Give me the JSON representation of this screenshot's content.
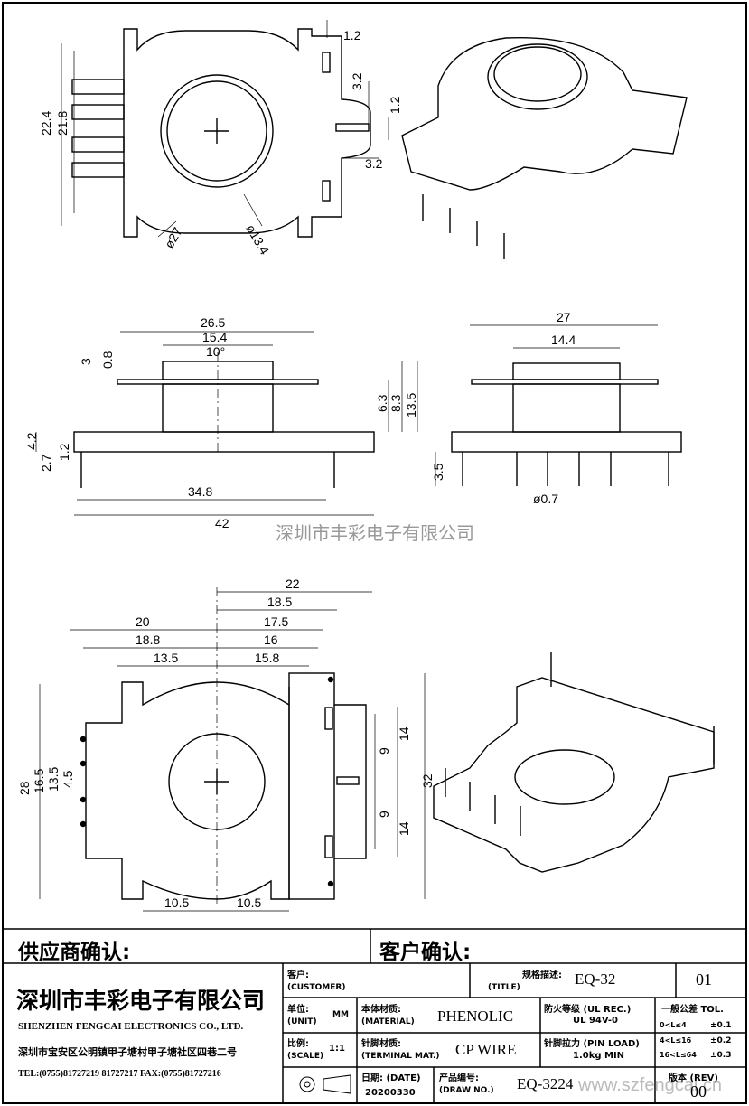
{
  "watermark": "深圳市丰彩电子有限公司",
  "top_view": {
    "dims": [
      "1.2",
      "3.2",
      "1.2",
      "3.2",
      "22.4",
      "21.8",
      "ø27",
      "ø13.4"
    ]
  },
  "front_view": {
    "dims": [
      "26.5",
      "15.4",
      "10°",
      "3",
      "0.8",
      "6.3",
      "8.3",
      "13.5",
      "4.2",
      "2.7",
      "1.2",
      "34.8",
      "42"
    ]
  },
  "side_view": {
    "dims": [
      "27",
      "14.4",
      "3.5",
      "ø0.7"
    ]
  },
  "bottom_view": {
    "dims": [
      "22",
      "18.5",
      "20",
      "17.5",
      "18.8",
      "16",
      "13.5",
      "15.8",
      "28",
      "16.5",
      "13.5",
      "4.5",
      "14",
      "9",
      "9",
      "14",
      "32",
      "10.5",
      "10.5"
    ]
  },
  "title_block": {
    "supplier_confirm": "供应商确认:",
    "customer_confirm": "客户确认:",
    "company_cn": "深圳市丰彩电子有限公司",
    "company_en": "SHENZHEN FENGCAI ELECTRONICS CO., LTD.",
    "company_addr": "深圳市宝安区公明镇甲子塘村甲子塘社区四巷二号",
    "company_tel": "TEL:(0755)81727219  81727217   FAX:(0755)81727216",
    "customer_label": "客户:",
    "customer_label_en": "(CUSTOMER)",
    "title_label": "规格描述:",
    "title_label_en": "(TITLE)",
    "title_value": "EQ-32",
    "sheet_no": "01",
    "unit_label": "单位:",
    "unit_label_en": "(UNIT)",
    "unit_value": "MM",
    "material_label": "本体材质:",
    "material_label_en": "(MATERIAL)",
    "material_value": "PHENOLIC",
    "ul_label": "防火等级 (UL REC.)",
    "ul_value": "UL 94V-0",
    "tol_label": "一般公差 TOL.",
    "tol_rows": [
      {
        "range": "0<L≤4",
        "tol": "±0.1"
      },
      {
        "range": "4<L≤16",
        "tol": "±0.2"
      },
      {
        "range": "16<L≤64",
        "tol": "±0.3"
      }
    ],
    "scale_label": "比例:",
    "scale_label_en": "(SCALE)",
    "scale_value": "1:1",
    "terminal_label": "针脚材质:",
    "terminal_label_en": "(TERMINAL MAT.)",
    "terminal_value": "CP WIRE",
    "pin_load_label": "针脚拉力 (PIN LOAD)",
    "pin_load_value": "1.0kg MIN",
    "date_label": "日期: (DATE)",
    "date_value": "20200330",
    "draw_no_label": "产品编号:",
    "draw_no_label_en": "(DRAW NO.)",
    "draw_no_value": "EQ-3224",
    "rev_label": "版本 (REV)",
    "rev_value": "00",
    "site_watermark": "www.szfengcai.cn"
  }
}
